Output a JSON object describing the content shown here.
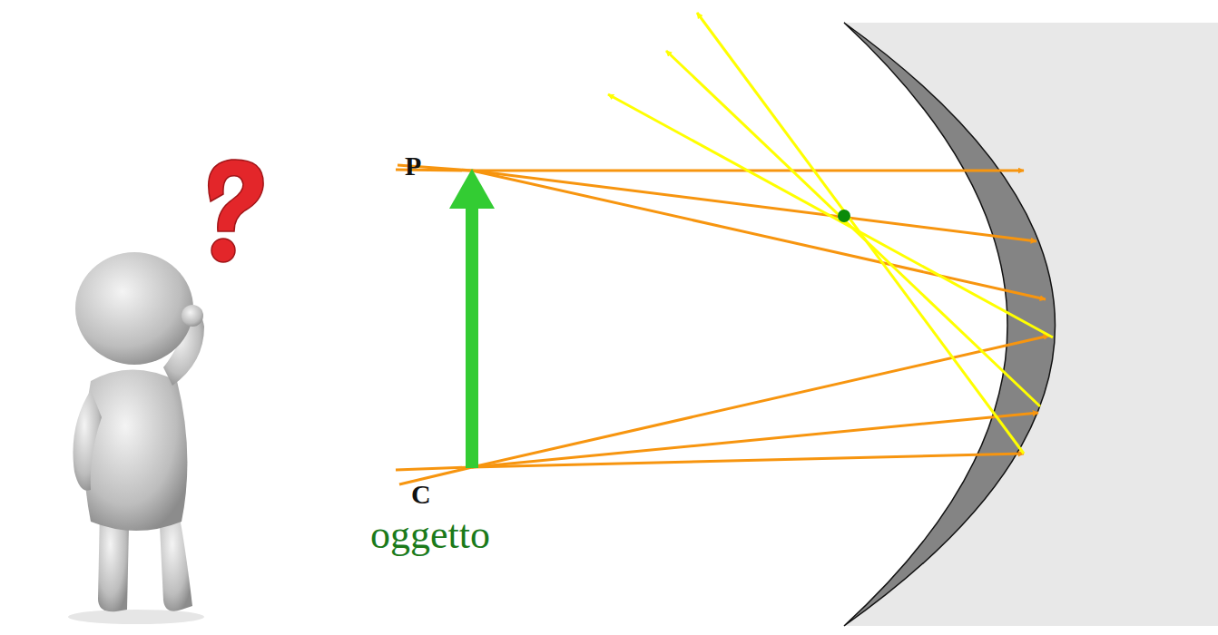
{
  "diagram": {
    "labels": [
      "P",
      "C",
      "oggetto"
    ]
  }
}
